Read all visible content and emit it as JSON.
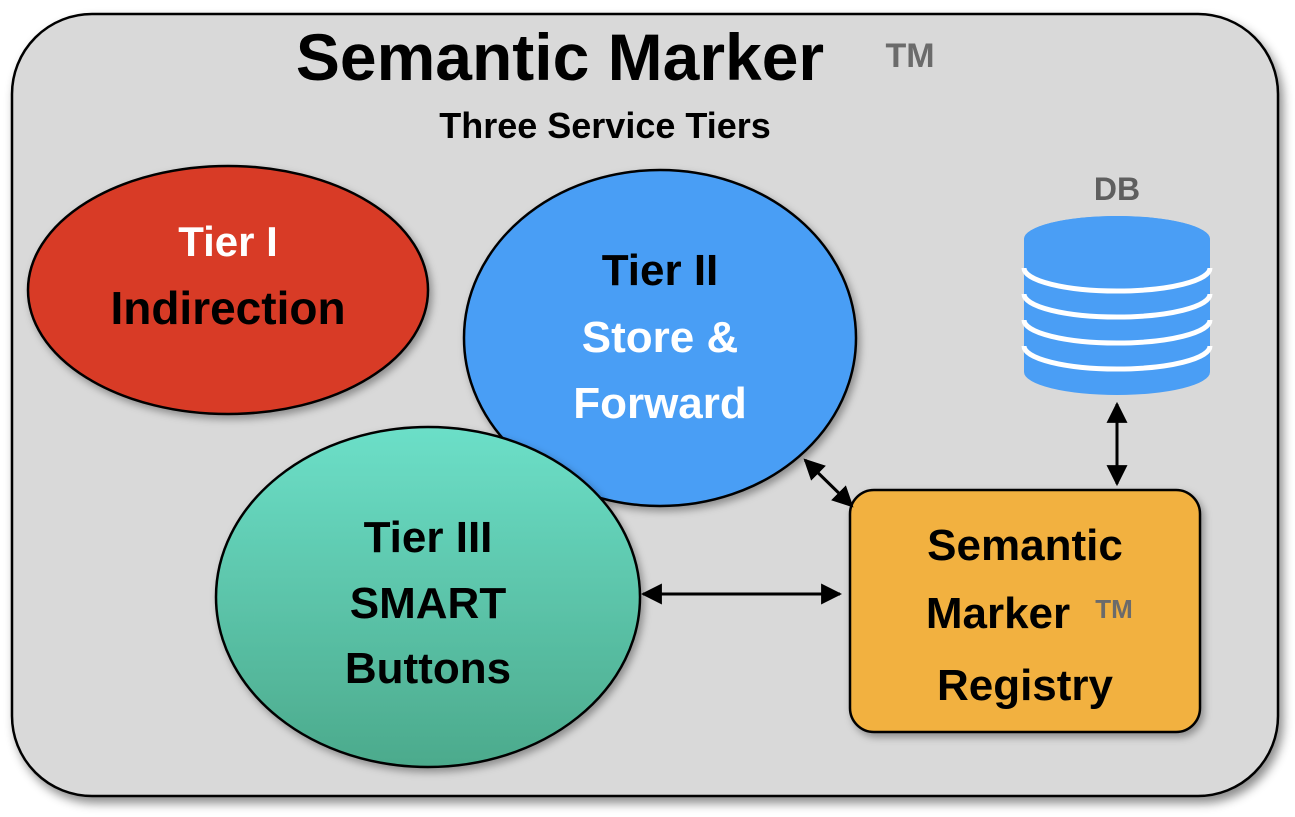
{
  "title": {
    "main": "Semantic Marker",
    "tm": "TM",
    "subtitle": "Three Service Tiers"
  },
  "tiers": [
    {
      "lines": [
        "Tier I",
        "Indirection"
      ],
      "fill": "#d83a27",
      "text_color": "#ffffff"
    },
    {
      "lines": [
        "Tier II",
        "Store &",
        "Forward"
      ],
      "fill": "#4a9ef5",
      "first_line_color": "#000000",
      "text_color": "#ffffff"
    },
    {
      "lines": [
        "Tier III",
        "SMART",
        "Buttons"
      ],
      "fill_top": "#6cdfc8",
      "fill_bottom": "#4caa8c",
      "text_color": "#000000"
    }
  ],
  "db": {
    "label": "DB",
    "color": "#4a9ef5",
    "label_color": "#5f5f5f"
  },
  "registry": {
    "line1": "Semantic",
    "line2": "Marker",
    "tm": "TM",
    "line3": "Registry",
    "fill": "#f2b13f",
    "text_color": "#000000",
    "tm_color": "#6b6b6b"
  },
  "colors": {
    "panel": "#d9d9d9",
    "tm": "#6b6b6b"
  }
}
